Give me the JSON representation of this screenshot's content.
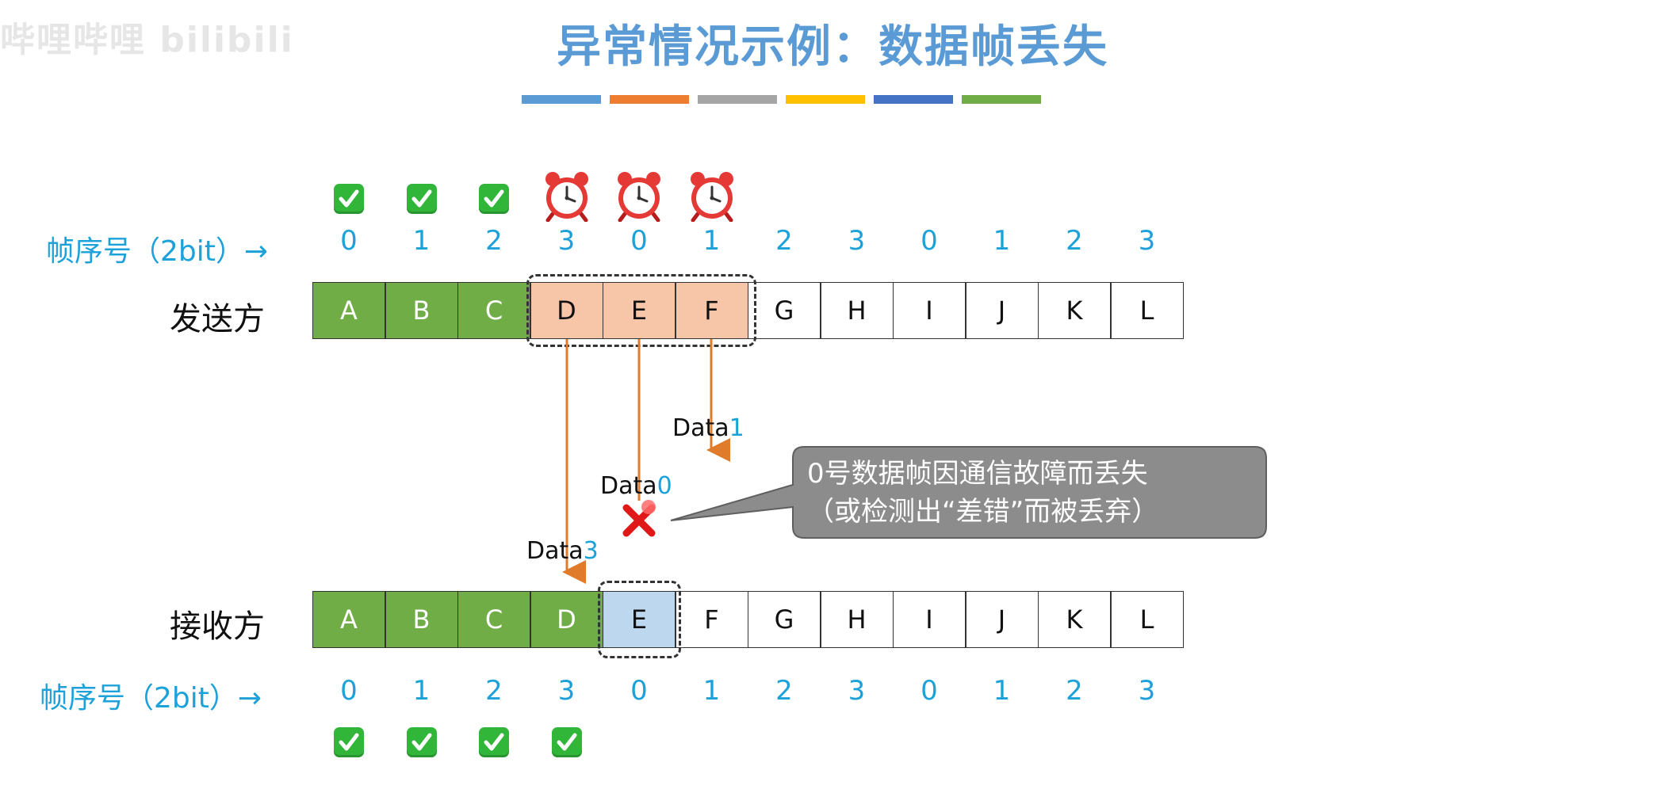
{
  "watermark": "哔哩哔哩 bilibili",
  "title": "异常情况示例：数据帧丢失",
  "colors": {
    "stripes": [
      "#5b9bd5",
      "#ed7d31",
      "#a5a5a5",
      "#ffc000",
      "#4472c4",
      "#70ad47"
    ],
    "acked": "#70ad47",
    "pending": "#f7c6a9",
    "expected": "#bdd7ee",
    "seq": "#1ca2d8",
    "arrow": "#e07b2c",
    "callout": "#8c8c8c",
    "lost": "#e01818"
  },
  "sender": {
    "label": "发送方",
    "seq_label": "帧序号（2bit）→",
    "seq_numbers": [
      "0",
      "1",
      "2",
      "3",
      "0",
      "1",
      "2",
      "3",
      "0",
      "1",
      "2",
      "3"
    ],
    "frames": [
      "A",
      "B",
      "C",
      "D",
      "E",
      "F",
      "G",
      "H",
      "I",
      "J",
      "K",
      "L"
    ],
    "states": [
      "acked",
      "acked",
      "acked",
      "pending",
      "pending",
      "pending",
      "blank",
      "blank",
      "blank",
      "blank",
      "blank",
      "blank"
    ],
    "status_icons": [
      "check-icon",
      "check-icon",
      "check-icon",
      "alarm-clock-icon",
      "alarm-clock-icon",
      "alarm-clock-icon"
    ]
  },
  "receiver": {
    "label": "接收方",
    "seq_label": "帧序号（2bit）→",
    "seq_numbers": [
      "0",
      "1",
      "2",
      "3",
      "0",
      "1",
      "2",
      "3",
      "0",
      "1",
      "2",
      "3"
    ],
    "frames": [
      "A",
      "B",
      "C",
      "D",
      "E",
      "F",
      "G",
      "H",
      "I",
      "J",
      "K",
      "L"
    ],
    "states": [
      "acked",
      "acked",
      "acked",
      "acked",
      "expected",
      "blank",
      "blank",
      "blank",
      "blank",
      "blank",
      "blank",
      "blank"
    ],
    "status_icons": [
      "check-icon",
      "check-icon",
      "check-icon",
      "check-icon"
    ]
  },
  "transmissions": [
    {
      "prefix": "Data",
      "num": "3"
    },
    {
      "prefix": "Data",
      "num": "0"
    },
    {
      "prefix": "Data",
      "num": "1"
    }
  ],
  "callout": {
    "line1": "0号数据帧因通信故障而丢失",
    "line2": "（或检测出“差错”而被丢弃）"
  }
}
